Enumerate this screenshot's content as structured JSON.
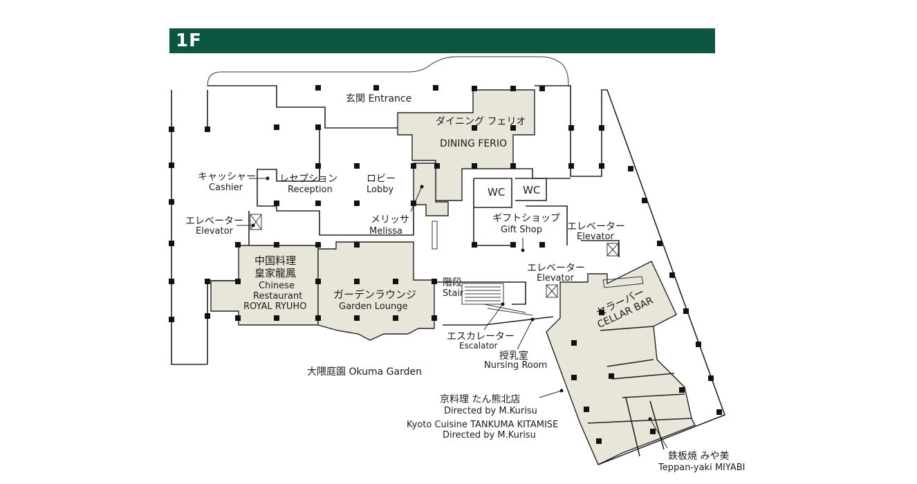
{
  "floor": "1F",
  "colors": {
    "floor_bar": "#0b5640",
    "shaded_area": "#e8e5d9",
    "walls": "#222222"
  },
  "labels": {
    "entrance": "玄関 Entrance",
    "dining_jp": "ダイニング フェリオ",
    "dining_en": "DINING FERIO",
    "cashier_jp": "キャッシャー",
    "cashier_en": "Cashier",
    "reception_jp": "レセプション",
    "reception_en": "Reception",
    "lobby_jp": "ロビー",
    "lobby_en": "Lobby",
    "wc1": "WC",
    "wc2": "WC",
    "elevator_left_jp": "エレベーター",
    "elevator_left_en": "Elevator",
    "melissa_jp": "メリッサ",
    "melissa_en": "Melissa",
    "gift_jp": "ギフトショップ",
    "gift_en": "Gift Shop",
    "elevator_right_jp": "エレベーター",
    "elevator_right_en": "Elevator",
    "elevator_mid_jp": "エレベーター",
    "elevator_mid_en": "Elevator",
    "chinese_jp1": "中国料理",
    "chinese_jp2": "皇家龍鳳",
    "chinese_en1": "Chinese",
    "chinese_en2": "Restaurant",
    "chinese_en3": "ROYAL RYUHO",
    "garden_lounge_jp": "ガーデンラウンジ",
    "garden_lounge_en": "Garden Lounge",
    "stair_jp": "階段",
    "stair_en": "Stair",
    "cellar_jp": "セラーバー",
    "cellar_en": "CELLAR BAR",
    "escalator_jp": "エスカレーター",
    "escalator_en": "Escalator",
    "nursing_jp": "授乳室",
    "nursing_en": "Nursing Room",
    "garden": "大隈庭園 Okuma Garden",
    "kyoto_jp": "京料理 たん熊北店",
    "kyoto_dir1": "Directed by M.Kurisu",
    "kyoto_en": "Kyoto Cuisine TANKUMA KITAMISE",
    "kyoto_dir2": "Directed by M.Kurisu",
    "teppan_jp": "鉄板焼 みや美",
    "teppan_en": "Teppan-yaki MIYABI"
  }
}
